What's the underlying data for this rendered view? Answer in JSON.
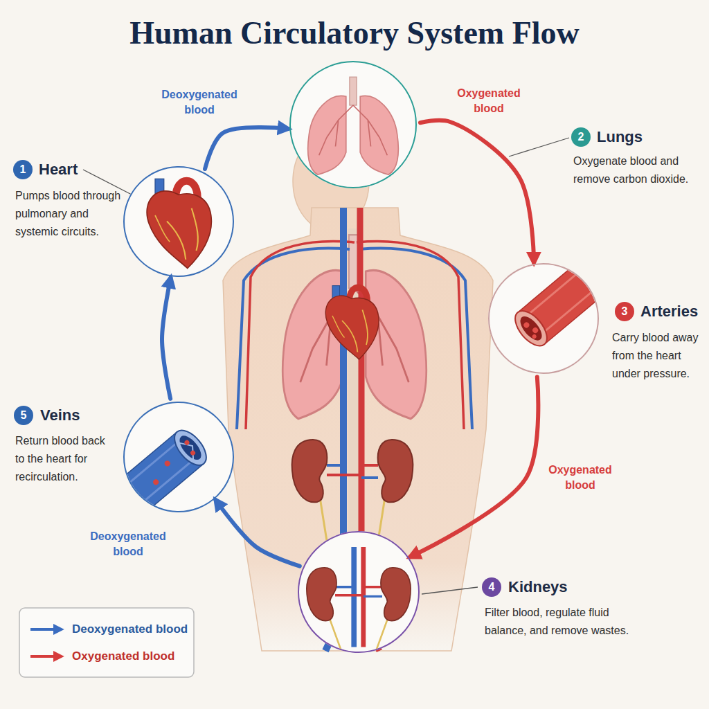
{
  "diagram": {
    "title": "Human Circulatory System Flow",
    "nodes": [
      {
        "text": [
          "Heart",
          "Pumps blood through pulmonary and systemic circuits."
        ]
      },
      {
        "text": [
          "Lungs",
          "Oxygenate blood and remove carbon dioxide."
        ]
      },
      {
        "text": [
          "Arteries",
          "Carry blood away from the heart under pressure."
        ]
      },
      {
        "text": [
          "Kidneys",
          "Filter blood, regulate fluid balance, and remove wastes."
        ]
      },
      {
        "text": [
          "Veins",
          "Return blood back to the heart for recirculation."
        ]
      }
    ],
    "edges": [
      {
        "from": 0,
        "to": 1,
        "label": "Deoxygenated blood",
        "arrow": "to"
      },
      {
        "from": 1,
        "to": 2,
        "label": "Oxygenated blood",
        "arrow": "to"
      },
      {
        "from": 2,
        "to": 3,
        "label": "Oxygenated blood",
        "arrow": "to"
      },
      {
        "from": 3,
        "to": 4,
        "label": "Deoxygenated blood",
        "arrow": "to"
      },
      {
        "from": 4,
        "to": 0,
        "arrow": "to"
      }
    ],
    "labels": [
      "1",
      "2",
      "3",
      "4",
      "5"
    ],
    "legend": [
      {
        "text": "Deoxygenated blood"
      },
      {
        "text": "Oxygenated blood"
      }
    ]
  }
}
